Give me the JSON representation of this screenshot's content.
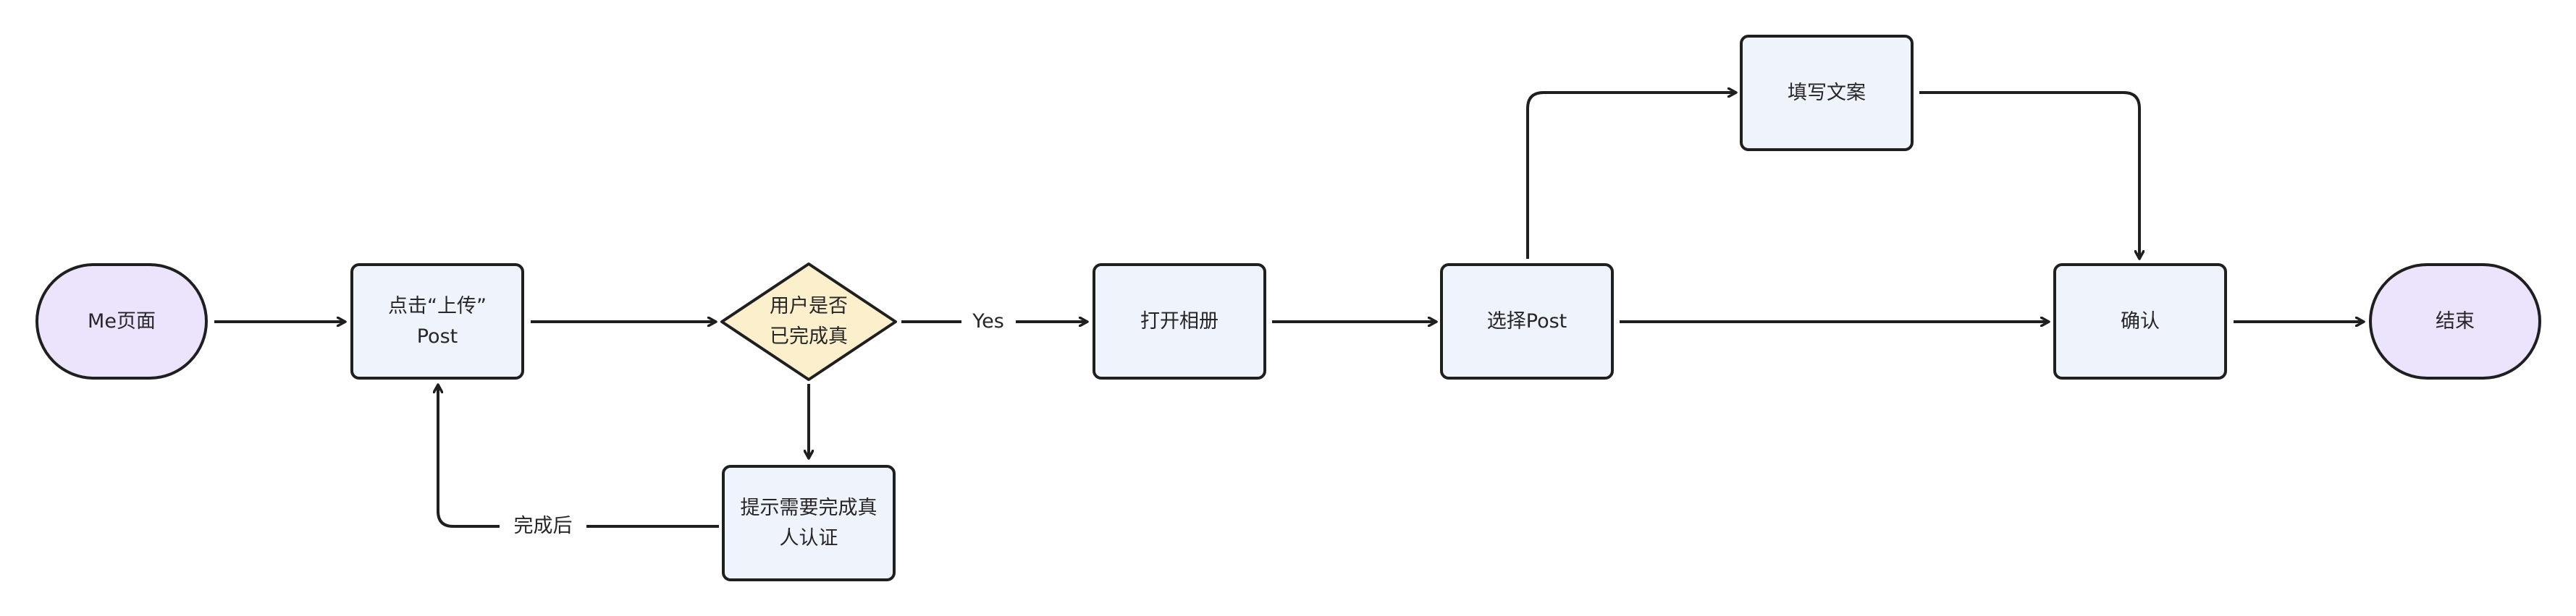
{
  "colors": {
    "stroke": "#1f1f1f",
    "process_fill": "#eff3fc",
    "terminal_fill": "#ece3fd",
    "decision_fill": "#fcefcc"
  },
  "nodes": {
    "start": "Me页面",
    "tap_upload": "点击“上传”\nPost",
    "verified_check": "用户是否\n已完成真",
    "prompt_verify": "提示需要完成真\n人认证",
    "open_album": "打开相册",
    "select_post": "选择Post",
    "write_caption": "填写文案",
    "confirm": "确认",
    "end": "结束"
  },
  "edges": {
    "yes_label": "Yes",
    "after_done_label": "完成后"
  }
}
